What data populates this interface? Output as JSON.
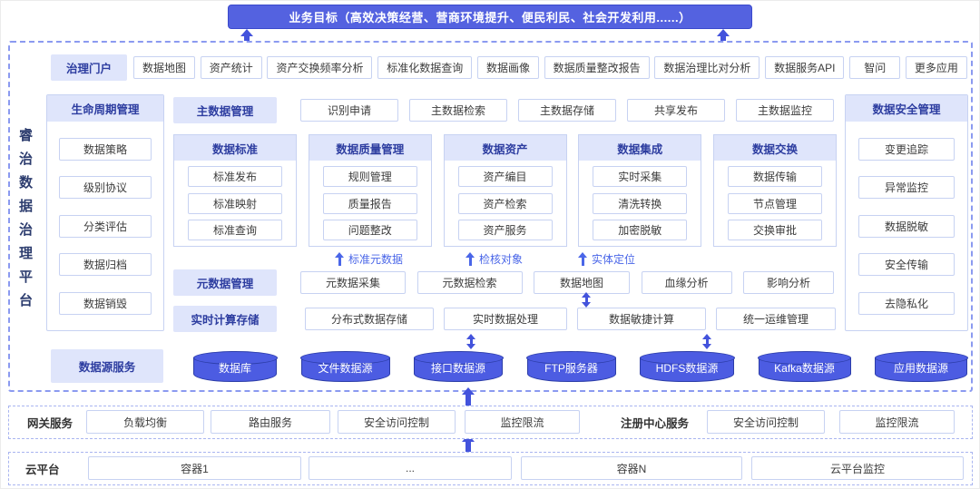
{
  "banner": {
    "text": "业务目标（高效决策经营、营商环境提升、便民利民、社会开发利用......）"
  },
  "platform": {
    "vertical_title": "睿治数据治理平台",
    "portal": {
      "title": "治理门户",
      "items": [
        "数据地图",
        "资产统计",
        "资产交换频率分析",
        "标准化数据查询",
        "数据画像",
        "数据质量整改报告",
        "数据治理比对分析",
        "数据服务API",
        "智问",
        "更多应用"
      ]
    },
    "lifecycle": {
      "title": "生命周期管理",
      "items": [
        "数据策略",
        "级别协议",
        "分类评估",
        "数据归档",
        "数据销毁"
      ]
    },
    "master_data": {
      "title": "主数据管理",
      "items": [
        "识别申请",
        "主数据检索",
        "主数据存储",
        "共享发布",
        "主数据监控"
      ]
    },
    "modules": [
      {
        "title": "数据标准",
        "items": [
          "标准发布",
          "标准映射",
          "标准查询"
        ]
      },
      {
        "title": "数据质量管理",
        "items": [
          "规则管理",
          "质量报告",
          "问题整改"
        ]
      },
      {
        "title": "数据资产",
        "items": [
          "资产编目",
          "资产检索",
          "资产服务"
        ]
      },
      {
        "title": "数据集成",
        "items": [
          "实时采集",
          "清洗转换",
          "加密脱敏"
        ]
      },
      {
        "title": "数据交换",
        "items": [
          "数据传输",
          "节点管理",
          "交换审批"
        ]
      }
    ],
    "flow_labels": [
      "标准元数据",
      "检核对象",
      "实体定位"
    ],
    "metadata": {
      "title": "元数据管理",
      "items": [
        "元数据采集",
        "元数据检索",
        "数据地图",
        "血缘分析",
        "影响分析"
      ]
    },
    "realtime": {
      "title": "实时计算存储",
      "items": [
        "分布式数据存储",
        "实时数据处理",
        "数据敏捷计算",
        "统一运维管理"
      ]
    },
    "security": {
      "title": "数据安全管理",
      "items": [
        "变更追踪",
        "异常监控",
        "数据脱敏",
        "安全传输",
        "去隐私化"
      ]
    },
    "datasources": {
      "title": "数据源服务",
      "items": [
        "数据库",
        "文件数据源",
        "接口数据源",
        "FTP服务器",
        "HDFS数据源",
        "Kafka数据源",
        "应用数据源"
      ]
    }
  },
  "gateway": {
    "title": "网关服务",
    "items": [
      "负载均衡",
      "路由服务",
      "安全访问控制",
      "监控限流"
    ],
    "registry_title": "注册中心服务",
    "registry_items": [
      "安全访问控制",
      "监控限流"
    ]
  },
  "cloud": {
    "title": "云平台",
    "items": [
      "容器1",
      "...",
      "容器N",
      "云平台监控"
    ]
  },
  "colors": {
    "accent": "#4353dc",
    "banner_bg": "#5462e0",
    "header_bg": "#dfe5fb",
    "header_text": "#2d3da0",
    "button_border": "#c7d2f2",
    "cylinder_fill": "#4c5ce2",
    "dashed_border": "#8b9af0"
  }
}
